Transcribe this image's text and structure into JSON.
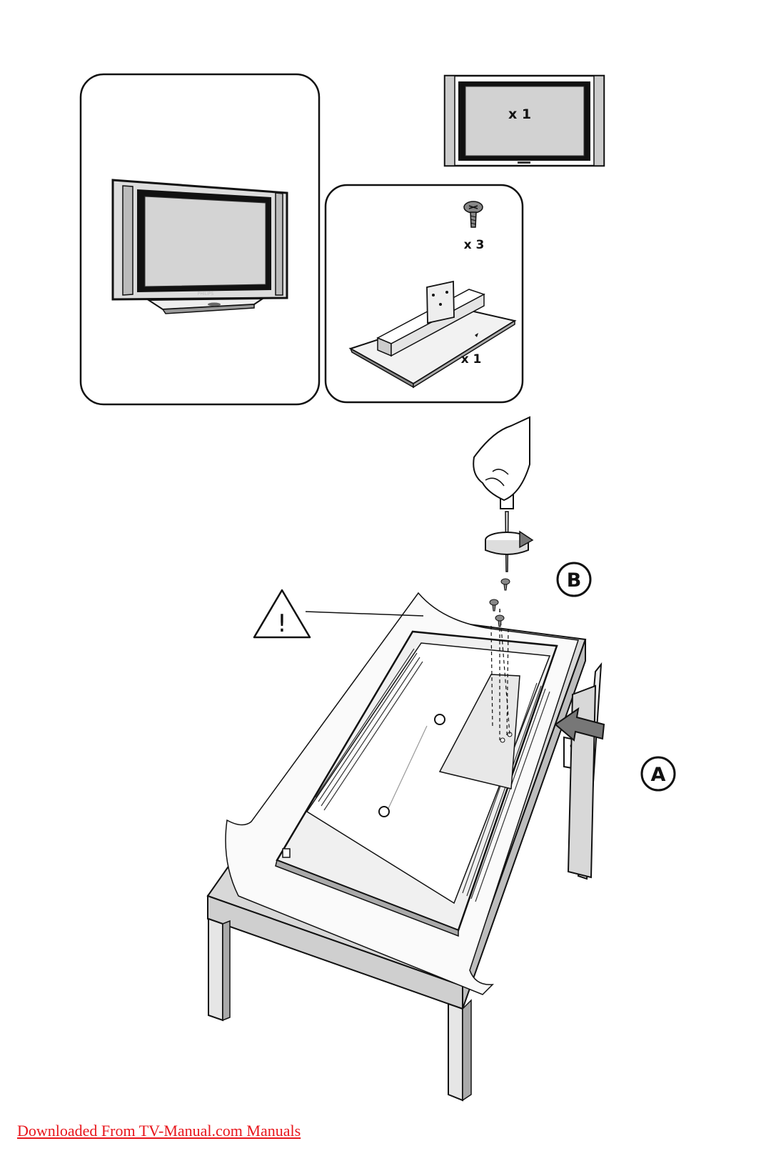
{
  "parts": {
    "tv_count": "x 1",
    "screw_count": "x 3",
    "stand_count": "x 1",
    "tv_brand": "PHILIPS"
  },
  "callouts": {
    "label_a": "A",
    "label_b": "B",
    "warning": "!"
  },
  "footer": {
    "link_text": "Downloaded From TV-Manual.com Manuals"
  }
}
